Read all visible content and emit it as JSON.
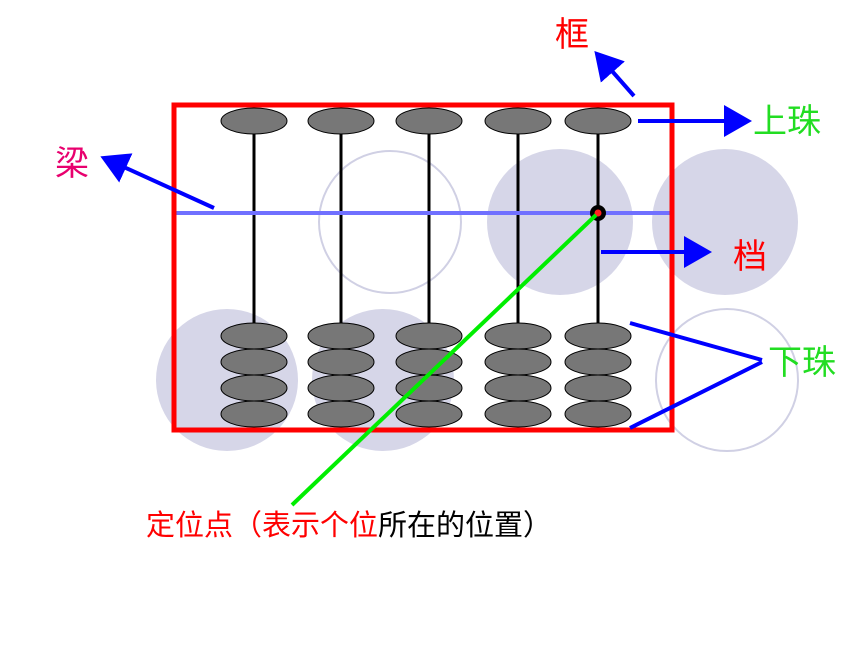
{
  "labels": {
    "frame": "框",
    "beam": "梁",
    "upper_bead": "上珠",
    "rod": "档",
    "lower_bead": "下珠"
  },
  "caption": {
    "part1": "定位点（表示",
    "part2": "个位",
    "part3": "所在的位置）"
  },
  "colors": {
    "frame": "#ff0000",
    "beam": "#7070ff",
    "bead": "#777777",
    "arrow": "#0000ff",
    "pointer": "#00ee00",
    "label_green": "#22dd22",
    "label_magenta": "#e8006e",
    "label_red": "#ff0000",
    "circle_fill": "#d6d6e8",
    "circle_outline": "#d0d0e4"
  },
  "abacus": {
    "rods": 5,
    "upper_beads_per_rod": 1,
    "lower_beads_per_rod": 4
  }
}
